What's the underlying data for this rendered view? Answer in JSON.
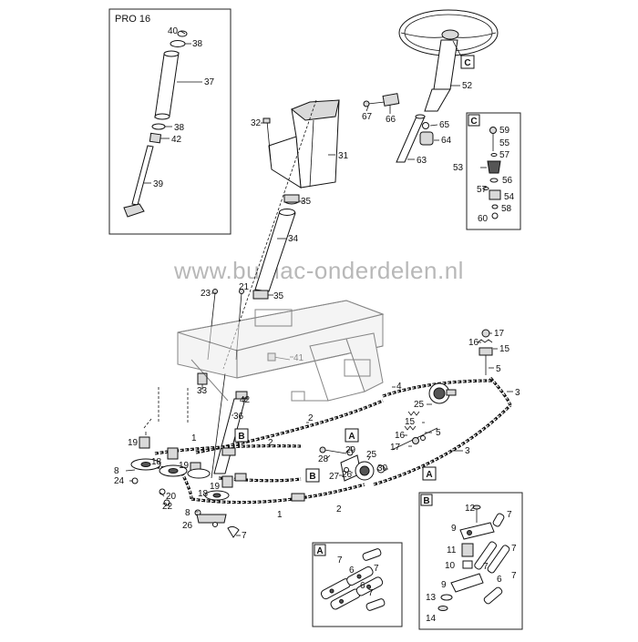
{
  "watermark": "www.bumac-onderdelen.nl",
  "inset_pro16": {
    "title": "PRO 16",
    "labels": [
      "40",
      "38",
      "37",
      "38",
      "42",
      "39"
    ]
  },
  "inset_c": {
    "tag": "C",
    "labels": [
      "59",
      "55",
      "57",
      "53",
      "56",
      "57",
      "54",
      "58",
      "60"
    ]
  },
  "inset_a": {
    "tag": "A",
    "labels": [
      "7",
      "6",
      "7",
      "6",
      "7"
    ]
  },
  "inset_b": {
    "tag": "B",
    "labels": [
      "12",
      "7",
      "9",
      "11",
      "7",
      "10",
      "7",
      "9",
      "6",
      "7",
      "13",
      "14"
    ]
  },
  "callout_tags": {
    "c": "C",
    "a": "A",
    "b": "B"
  },
  "steering": {
    "labels": [
      "52",
      "67",
      "66",
      "65",
      "64",
      "63"
    ]
  },
  "column": {
    "labels": [
      "32",
      "31",
      "35",
      "34",
      "23",
      "21",
      "35",
      "41",
      "33",
      "42",
      "36"
    ]
  },
  "right_linkage": {
    "labels": [
      "17",
      "16",
      "15",
      "5",
      "3",
      "4",
      "25",
      "15",
      "16",
      "5",
      "17",
      "3",
      "2"
    ]
  },
  "center_parts": {
    "labels": [
      "28",
      "29",
      "25",
      "27",
      "26",
      "30"
    ]
  },
  "left_assembly": {
    "labels": [
      "1",
      "2",
      "19",
      "8",
      "18",
      "24",
      "19",
      "20",
      "22",
      "18",
      "19",
      "8",
      "26",
      "7",
      "2",
      "1"
    ]
  }
}
